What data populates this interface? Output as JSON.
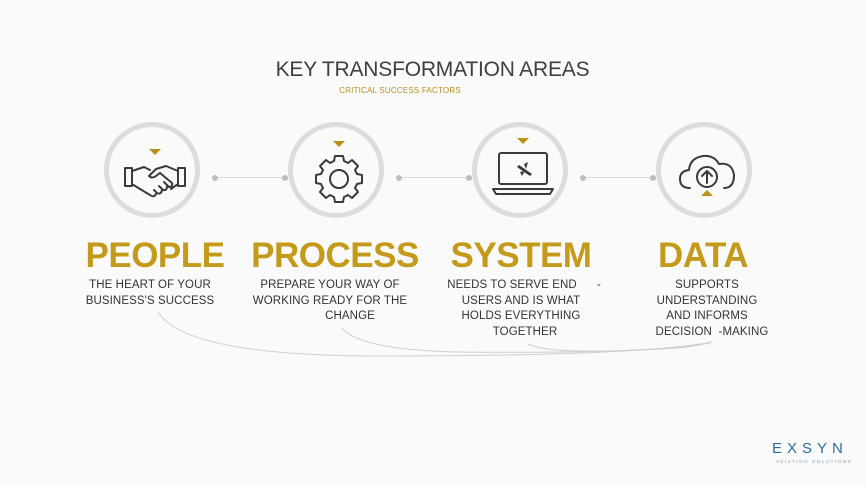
{
  "header": {
    "title": "KEY TRANSFORMATION AREAS",
    "subtitle": "CRITICAL SUCCESS FACTORS"
  },
  "areas": [
    {
      "heading": "PEOPLE",
      "icon": "handshake-icon",
      "lines": [
        "THE HEART OF YOUR",
        "BUSINESS'S SUCCESS"
      ]
    },
    {
      "heading": "PROCESS",
      "icon": "gear-icon",
      "lines": [
        "PREPARE YOUR WAY OF",
        "WORKING READY FOR THE",
        "CHANGE"
      ]
    },
    {
      "heading": "SYSTEM",
      "icon": "laptop-plane-icon",
      "lines": [
        "NEEDS TO SERVE END",
        "USERS AND IS WHAT",
        "HOLDS EVERYTHING",
        "TOGETHER"
      ],
      "stray_mark": "-"
    },
    {
      "heading": "DATA",
      "icon": "cloud-upload-icon",
      "lines": [
        "SUPPORTS",
        "UNDERSTANDING",
        "AND INFORMS",
        "DECISION  -MAKING"
      ]
    }
  ],
  "logo": {
    "name": "EXSYN",
    "tagline": "AVIATION SOLUTIONS"
  },
  "colors": {
    "accent": "#c49a1b",
    "circle_border": "#dcdcdc",
    "text": "#333333",
    "logo": "#2a6d9b"
  }
}
